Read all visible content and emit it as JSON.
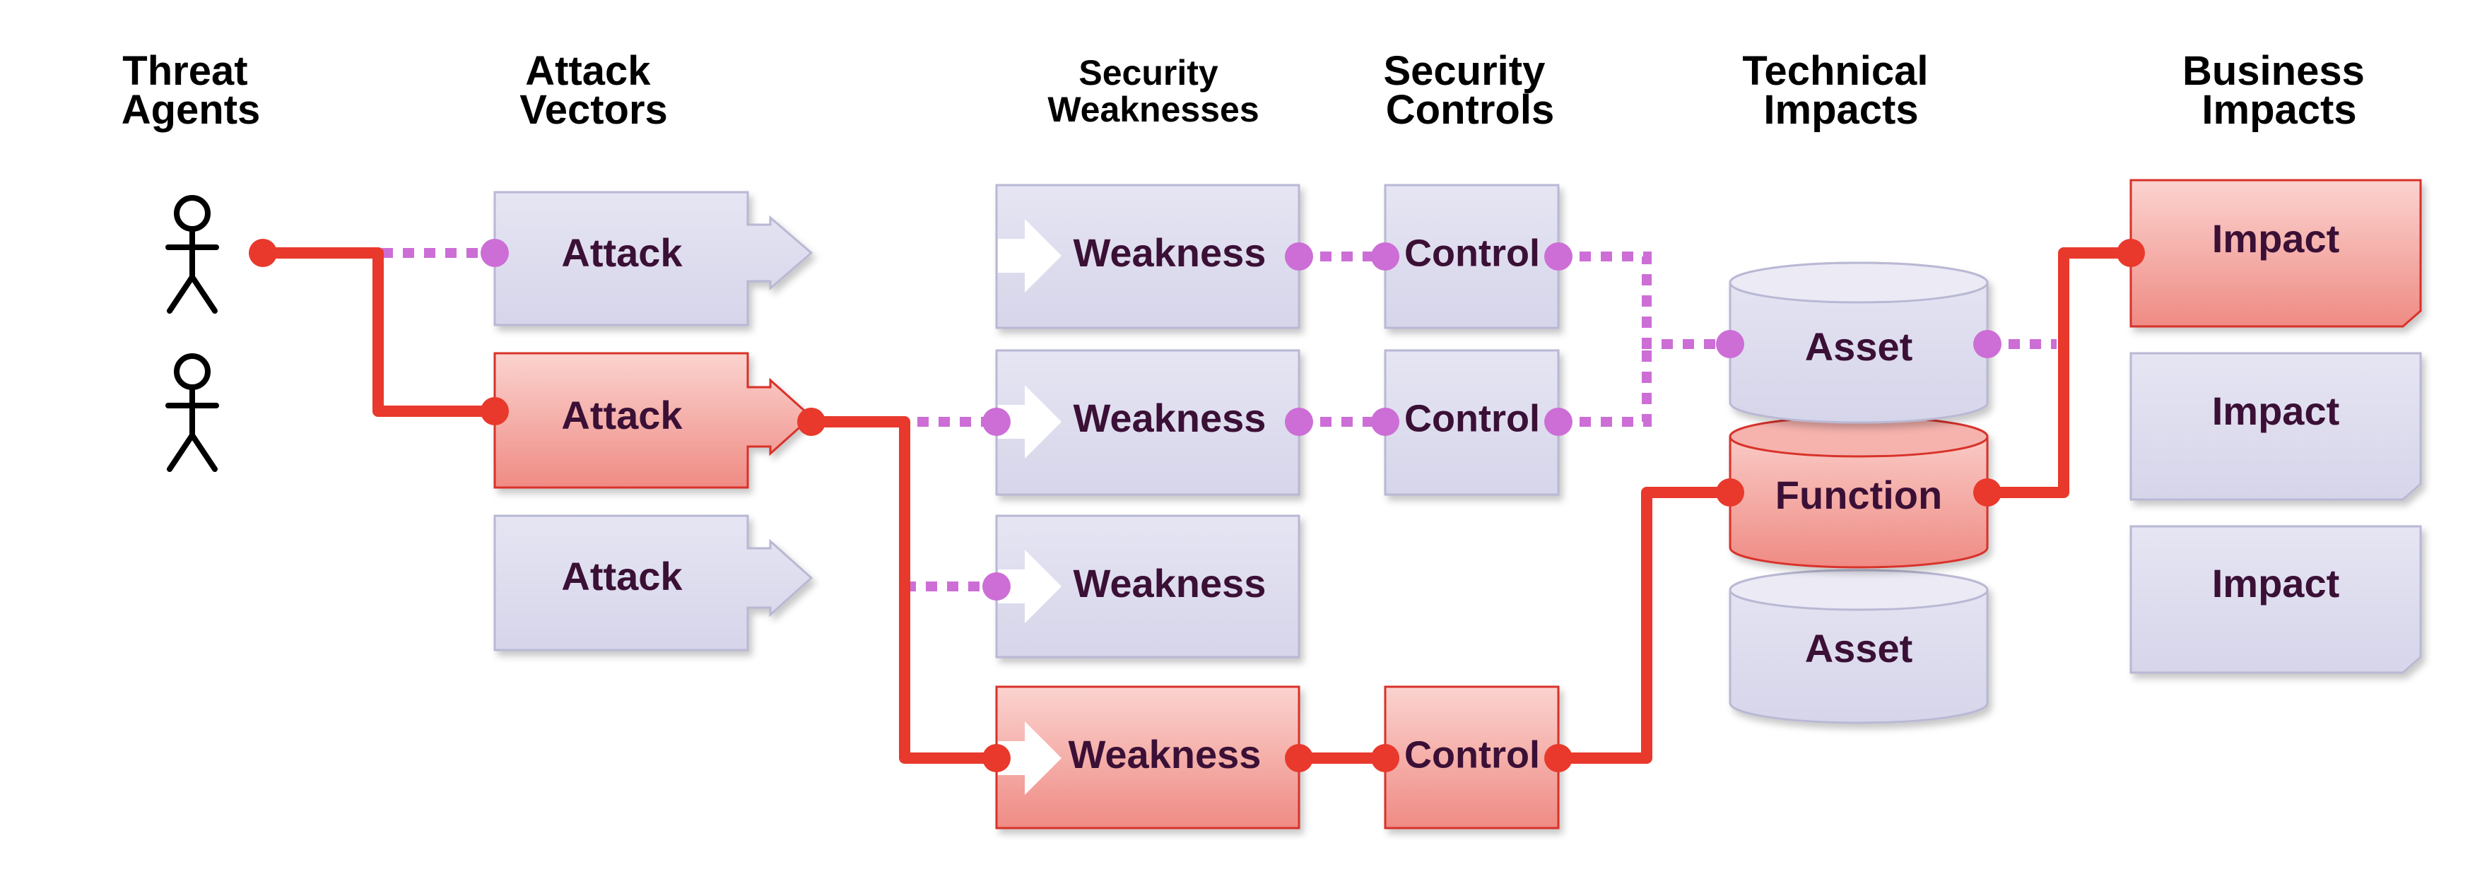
{
  "headers": {
    "threat_agents": [
      "Threat",
      "Agents"
    ],
    "attack_vectors": [
      "Attack",
      "Vectors"
    ],
    "security_weaknesses": [
      "Security",
      "Weaknesses"
    ],
    "security_controls": [
      "Security",
      "Controls"
    ],
    "technical_impacts": [
      "Technical",
      "Impacts"
    ],
    "business_impacts": [
      "Business",
      "Impacts"
    ]
  },
  "attacks": [
    {
      "label": "Attack",
      "highlighted": false
    },
    {
      "label": "Attack",
      "highlighted": true
    },
    {
      "label": "Attack",
      "highlighted": false
    }
  ],
  "weaknesses": [
    {
      "label": "Weakness",
      "highlighted": false
    },
    {
      "label": "Weakness",
      "highlighted": false
    },
    {
      "label": "Weakness",
      "highlighted": false
    },
    {
      "label": "Weakness",
      "highlighted": true
    }
  ],
  "controls": [
    {
      "label": "Control",
      "highlighted": false
    },
    {
      "label": "Control",
      "highlighted": false
    },
    {
      "label": "Control",
      "highlighted": true
    }
  ],
  "assets": [
    {
      "label": "Asset",
      "highlighted": false
    },
    {
      "label": "Function",
      "highlighted": true
    },
    {
      "label": "Asset",
      "highlighted": false
    }
  ],
  "impacts": [
    {
      "label": "Impact",
      "highlighted": true
    },
    {
      "label": "Impact",
      "highlighted": false
    },
    {
      "label": "Impact",
      "highlighted": false
    }
  ],
  "colors": {
    "box_fill": "#dddcee",
    "box_stroke": "#b9b8d4",
    "highlight_fill": "#f29892",
    "highlight_stroke": "#d8322a",
    "path_red": "#e8392c",
    "path_purple": "#cc6ed6",
    "label_text": "#3b1036"
  }
}
